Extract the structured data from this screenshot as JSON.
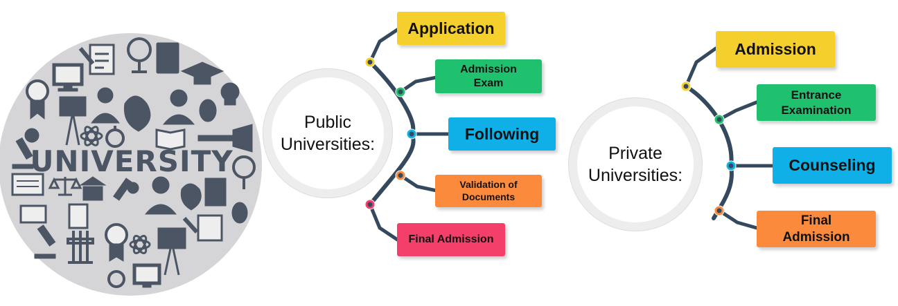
{
  "colors": {
    "yellow": "#f5cf2b",
    "green": "#1fc16e",
    "blue": "#0fb0e8",
    "orange": "#fb8a3c",
    "pink": "#f43f6b",
    "branch": "#34495e",
    "icon": "#4b5563",
    "emblem_bg": "#d5d5d8"
  },
  "emblem": {
    "word": "UNIVERSITY"
  },
  "public": {
    "title": "Public Universities:",
    "items": [
      {
        "label": "Application",
        "color": "yellow"
      },
      {
        "label": "Admission Exam",
        "color": "green"
      },
      {
        "label": "Following",
        "color": "blue"
      },
      {
        "label": "Validation of Documents",
        "color": "orange"
      },
      {
        "label": "Final Admission",
        "color": "pink"
      }
    ]
  },
  "private": {
    "title": "Private Universities:",
    "items": [
      {
        "label": "Admission",
        "color": "yellow"
      },
      {
        "label": "Entrance Examination",
        "color": "green"
      },
      {
        "label": "Counseling",
        "color": "blue"
      },
      {
        "label": "Final Admission",
        "color": "orange"
      }
    ]
  }
}
